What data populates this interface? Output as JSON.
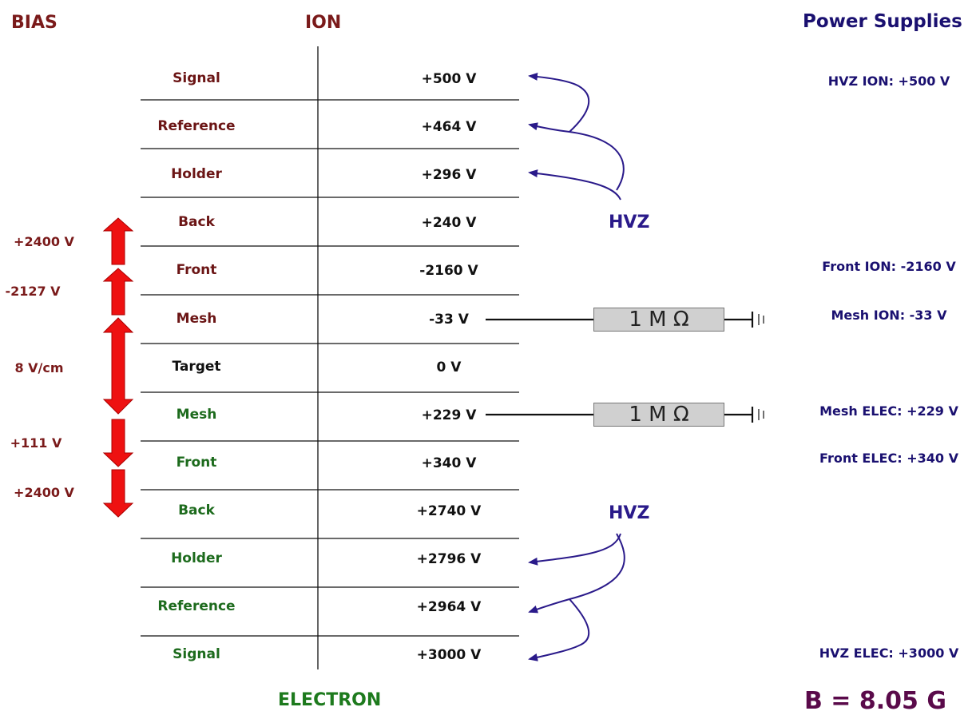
{
  "headers": {
    "bias": "BIAS",
    "ion": "ION",
    "electron": "ELECTRON",
    "power_supplies": "Power Supplies"
  },
  "rows": [
    {
      "label": "Signal",
      "voltage": "+500 V",
      "side": "ion"
    },
    {
      "label": "Reference",
      "voltage": "+464 V",
      "side": "ion"
    },
    {
      "label": "Holder",
      "voltage": "+296 V",
      "side": "ion"
    },
    {
      "label": "Back",
      "voltage": "+240 V",
      "side": "ion"
    },
    {
      "label": "Front",
      "voltage": "-2160 V",
      "side": "ion"
    },
    {
      "label": "Mesh",
      "voltage": "-33 V",
      "side": "ion"
    },
    {
      "label": "Target",
      "voltage": "0 V",
      "side": "target"
    },
    {
      "label": "Mesh",
      "voltage": "+229 V",
      "side": "electron"
    },
    {
      "label": "Front",
      "voltage": "+340 V",
      "side": "electron"
    },
    {
      "label": "Back",
      "voltage": "+2740 V",
      "side": "electron"
    },
    {
      "label": "Holder",
      "voltage": "+2796 V",
      "side": "electron"
    },
    {
      "label": "Reference",
      "voltage": "+2964 V",
      "side": "electron"
    },
    {
      "label": "Signal",
      "voltage": "+3000 V",
      "side": "electron"
    }
  ],
  "bias": [
    "+2400 V",
    "-2127 V",
    "8 V/cm",
    "+111 V",
    "+2400 V"
  ],
  "power_supplies": [
    "HVZ ION: +500 V",
    "Front ION: -2160 V",
    "Mesh ION: -33 V",
    "Mesh ELEC: +229 V",
    "Front ELEC: +340 V",
    "HVZ ELEC: +3000 V"
  ],
  "hvz_label": "HVZ",
  "resistor_label": "1 M Ω",
  "b_field": "B = 8.05 G",
  "colors": {
    "ion": "#6b1515",
    "electron": "#1d6b1d",
    "power": "#1a1070",
    "hvz_arrow": "#2a1a8a",
    "bias_arrow": "#ee1111"
  }
}
